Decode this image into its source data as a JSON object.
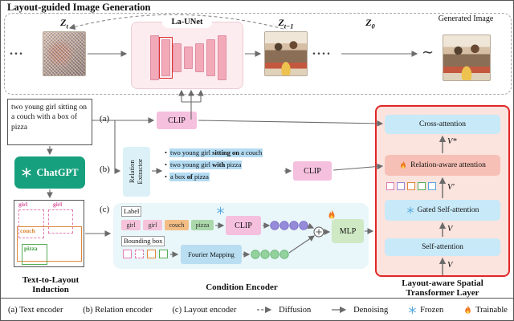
{
  "figure": {
    "title": "Layout-guided Image Generation"
  },
  "top": {
    "dots_left": "...",
    "zt_base": "Z",
    "zt_sub": "t",
    "unet_label": "La-UNet",
    "zt1_base": "Z",
    "zt1_sub": "t−1",
    "dots_mid": "....",
    "z0_base": "Z",
    "z0_sub": "0",
    "tilde": "∼",
    "generated_caption": "Generated Image"
  },
  "pipeline_left": {
    "prompt": "two young girl sitting on a couch with a box of pizza",
    "chatgpt_label": "ChatGPT",
    "layout_boxes": {
      "girl1": "girl",
      "girl2": "girl",
      "couch": "couch",
      "pizza": "pizza"
    },
    "caption": "Text-to-Layout Induction"
  },
  "condition_encoder": {
    "caption": "Condition Encoder",
    "row_a_label": "(a)",
    "row_b_label": "(b)",
    "row_c_label": "(c)",
    "clip_label": "CLIP",
    "relation_extractor_label": "Relation Extractor",
    "bullet": "•",
    "relations": [
      {
        "pre": "two young girl ",
        "rel": "sitting on",
        "post": " a couch"
      },
      {
        "pre": "two young girl ",
        "rel": "with",
        "post": " pizza"
      },
      {
        "pre": "a box ",
        "rel": "of",
        "post": " pizza"
      }
    ],
    "label_row_title": "Label",
    "label_tokens": [
      "girl",
      "girl",
      "couch",
      "pizza"
    ],
    "mlp_label": "MLP",
    "bbox_row_title": "Bounding box",
    "fourier_label": "Fourier Mapping"
  },
  "transformer_layer": {
    "caption": "Layout-aware Spatial Transformer Layer",
    "cross_attention": "Cross-attention",
    "relation_attention": "Relation-aware attention",
    "gated_self_attention": "Gated Self-attention",
    "self_attention": "Self-attention",
    "v_star": "V*",
    "v_prime": "V′",
    "v_mid": "V",
    "v_in": "V"
  },
  "legend": {
    "text_encoder": "(a) Text encoder",
    "relation_encoder": "(b) Relation encoder",
    "layout_encoder": "(c) Layout encoder",
    "diffusion": "Diffusion",
    "denoising": "Denoising",
    "frozen": "Frozen",
    "trainable": "Trainable"
  },
  "colors": {
    "panel_border": "#e02727",
    "panel_bg": "#fbe3de",
    "attention_blue": "#c8e9f8",
    "relation_attention_pink": "#f6c0b6",
    "clip_pink": "#f5bfde",
    "chatgpt_green": "#17a07e",
    "mlp_green": "#cfe9c4",
    "fourier_blue": "#b9def2",
    "highlight_blue": "#b3dbf2"
  },
  "icons": {
    "frozen": "snowflake-icon",
    "trainable": "flame-icon",
    "chatgpt": "openai-logo-icon",
    "sum": "plus-circle-icon"
  }
}
